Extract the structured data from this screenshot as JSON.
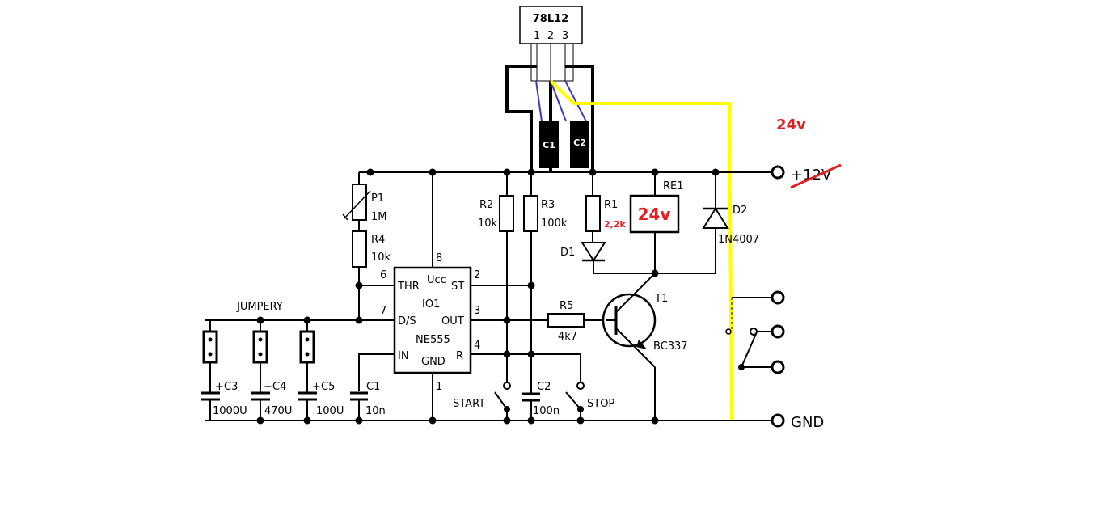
{
  "regulator": {
    "label": "78L12",
    "pins": [
      "1",
      "2",
      "3"
    ]
  },
  "components": {
    "c1_top": "C1",
    "c2_top": "C2",
    "p1": "P1",
    "p1_value": "1M",
    "r4": "R4",
    "r4_value": "10k",
    "r2": "R2",
    "r2_value": "10k",
    "r3": "R3",
    "r3_value": "100k",
    "r1": "R1",
    "r1_value": "2,2k",
    "d1": "D1",
    "re1": "RE1",
    "re1_value": "24v",
    "d2": "D2",
    "d2_value": "1N4007",
    "r5": "R5",
    "r5_value": "4k7",
    "t1": "T1",
    "t1_value": "BC337",
    "c3": "C3",
    "c3_value": "1000U",
    "c4": "C4",
    "c4_value": "470U",
    "c5": "C5",
    "c5_value": "100U",
    "c1": "C1",
    "c1_value": "10n",
    "c2": "C2",
    "c2_value": "100n"
  },
  "ic": {
    "ref": "IO1",
    "name": "NE555",
    "pins": {
      "ucc": "Ucc",
      "thr": "THR",
      "ds": "D/S",
      "in": "IN",
      "st": "ST",
      "out": "OUT",
      "r": "R",
      "gnd": "GND"
    },
    "pin_numbers": {
      "p8": "8",
      "p6": "6",
      "p7": "7",
      "p2": "2",
      "p3": "3",
      "p4": "4",
      "p1": "1"
    }
  },
  "labels": {
    "jumpery": "JUMPERY",
    "start": "START",
    "stop": "STOP",
    "supply": "+12V",
    "gnd": "GND",
    "annotation_24v": "24v",
    "plus": "+"
  },
  "colors": {
    "annotation": "#e02020",
    "yellow_wire": "#ffff00",
    "blue_wire": "#3b3bb8"
  }
}
